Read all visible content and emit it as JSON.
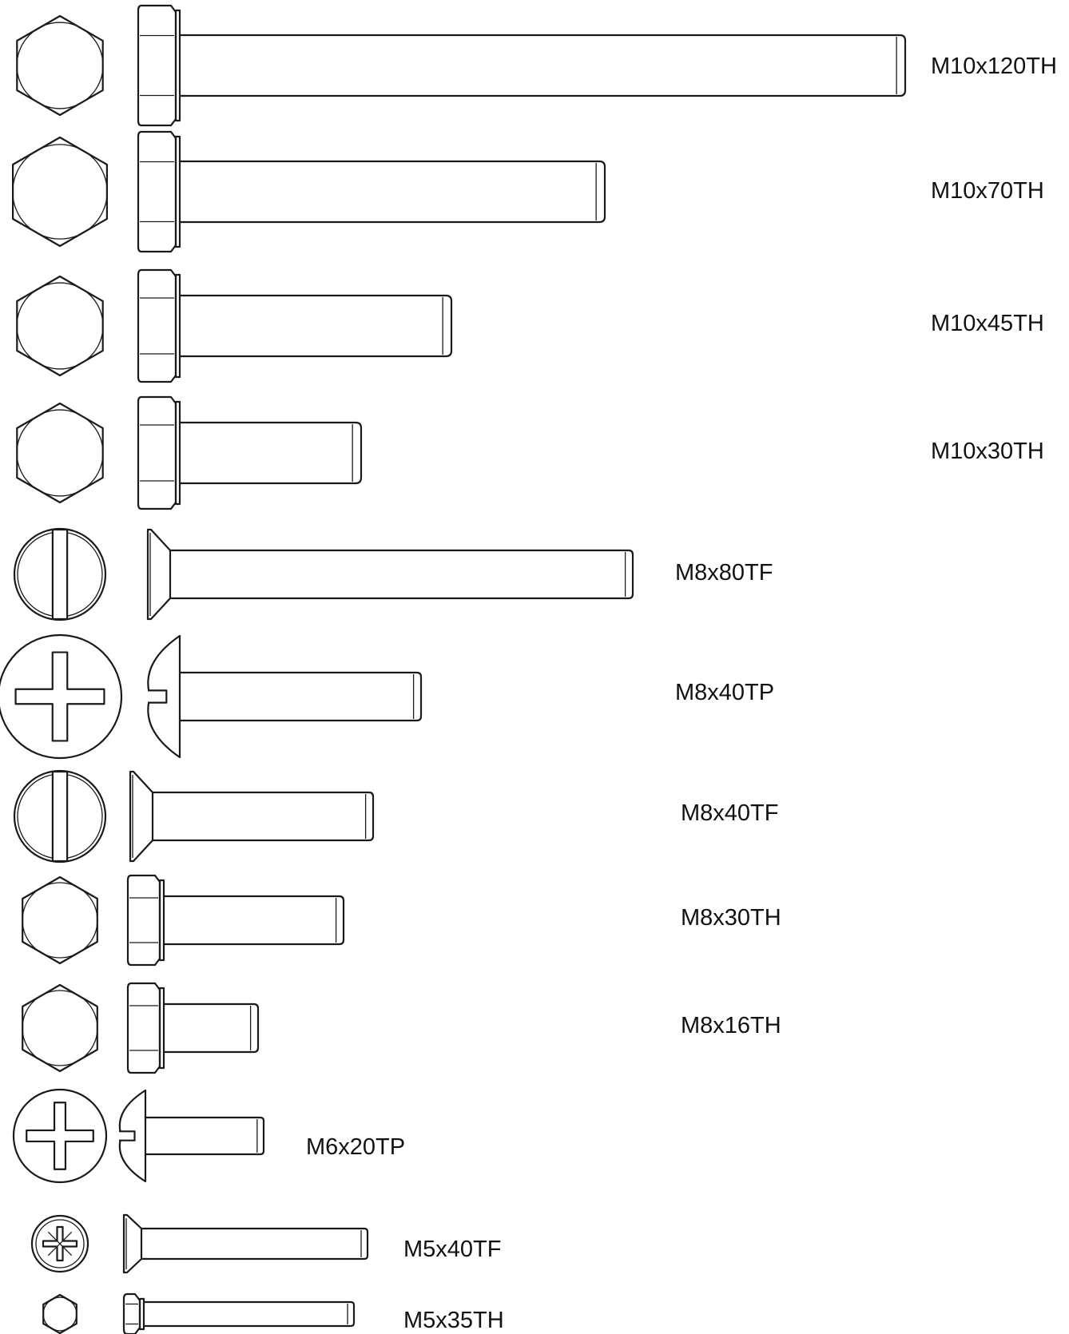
{
  "diagram": {
    "screws": [
      {
        "label": "M10x120TH",
        "head_type": "hex",
        "drive_icon": "hex-head-icon"
      },
      {
        "label": "M10x70TH",
        "head_type": "hex",
        "drive_icon": "hex-head-icon"
      },
      {
        "label": "M10x45TH",
        "head_type": "hex",
        "drive_icon": "hex-head-icon"
      },
      {
        "label": "M10x30TH",
        "head_type": "hex",
        "drive_icon": "hex-head-icon"
      },
      {
        "label": "M8x80TF",
        "head_type": "countersunk",
        "drive_icon": "slotted-drive-icon"
      },
      {
        "label": "M8x40TP",
        "head_type": "pan",
        "drive_icon": "phillips-drive-icon"
      },
      {
        "label": "M8x40TF",
        "head_type": "countersunk",
        "drive_icon": "slotted-drive-icon"
      },
      {
        "label": "M8x30TH",
        "head_type": "hex",
        "drive_icon": "hex-head-icon"
      },
      {
        "label": "M8x16TH",
        "head_type": "hex",
        "drive_icon": "hex-head-icon"
      },
      {
        "label": "M6x20TP",
        "head_type": "pan",
        "drive_icon": "phillips-drive-icon"
      },
      {
        "label": "M5x40TF",
        "head_type": "countersunk",
        "drive_icon": "pozidriv-drive-icon"
      },
      {
        "label": "M5x35TH",
        "head_type": "hex",
        "drive_icon": "hex-head-icon"
      }
    ]
  }
}
